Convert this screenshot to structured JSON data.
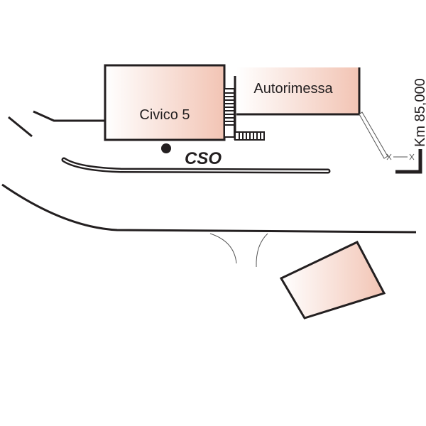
{
  "map": {
    "buildings": [
      {
        "id": "civico-5",
        "label": "Civico 5"
      },
      {
        "id": "autorimessa",
        "label": "Autorimessa"
      },
      {
        "id": "lower-building",
        "label": ""
      }
    ],
    "marker": {
      "label": "CSO",
      "icon": "point-marker-icon"
    },
    "kilometer_marker": {
      "label": "Km 85,000"
    },
    "fence_symbol": "x—x",
    "colors": {
      "building_fill_start": "#ffffff",
      "building_fill_end": "#f2c4b4",
      "line": "#231f20"
    }
  }
}
